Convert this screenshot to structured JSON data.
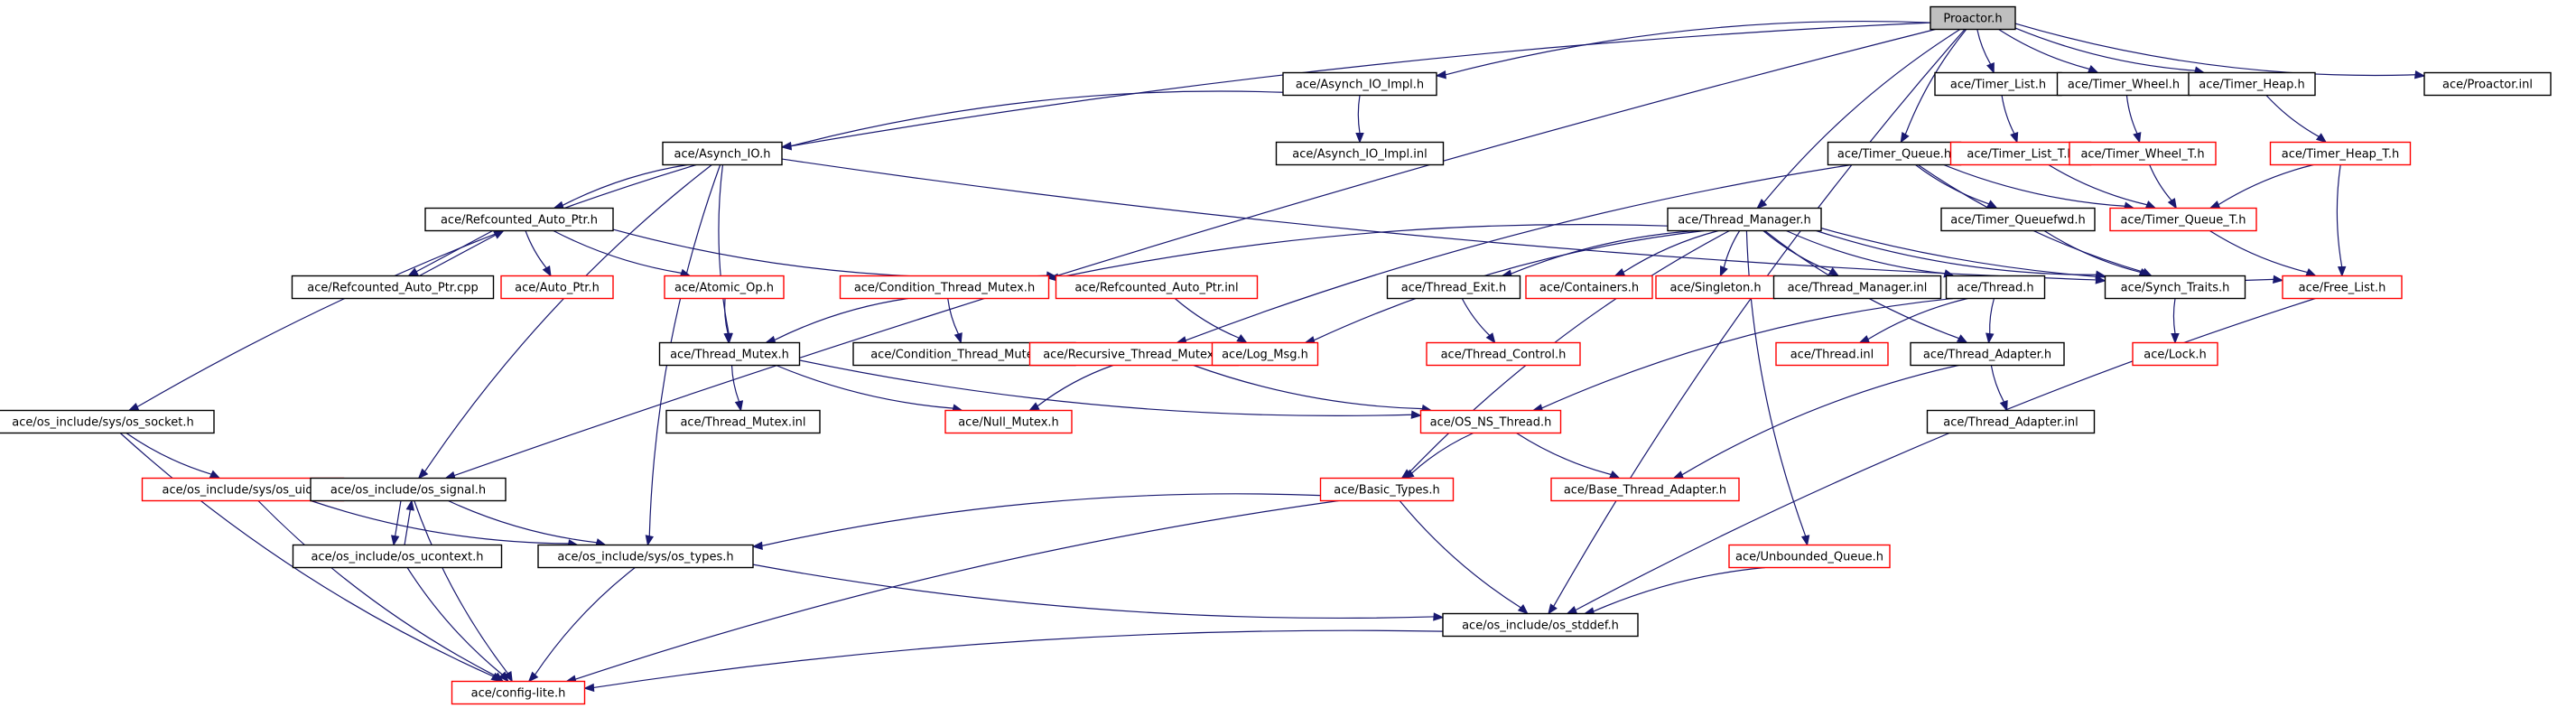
{
  "colors": {
    "edge": "#191970",
    "border_normal": "#000000",
    "border_truncated": "#ff0000",
    "root_fill": "#bfbfbf",
    "node_fill": "#ffffff"
  },
  "nodes": [
    {
      "id": "proactor",
      "label": "Proactor.h",
      "style": "root"
    },
    {
      "id": "asynch_io_impl",
      "label": "ace/Asynch_IO_Impl.h",
      "style": "normal"
    },
    {
      "id": "timer_list",
      "label": "ace/Timer_List.h",
      "style": "normal"
    },
    {
      "id": "timer_wheel",
      "label": "ace/Timer_Wheel.h",
      "style": "normal"
    },
    {
      "id": "timer_heap",
      "label": "ace/Timer_Heap.h",
      "style": "normal"
    },
    {
      "id": "proactor_inl",
      "label": "ace/Proactor.inl",
      "style": "normal"
    },
    {
      "id": "asynch_io",
      "label": "ace/Asynch_IO.h",
      "style": "normal"
    },
    {
      "id": "asynch_io_impl_inl",
      "label": "ace/Asynch_IO_Impl.inl",
      "style": "normal"
    },
    {
      "id": "timer_queue",
      "label": "ace/Timer_Queue.h",
      "style": "normal"
    },
    {
      "id": "timer_list_t",
      "label": "ace/Timer_List_T.h",
      "style": "truncated"
    },
    {
      "id": "timer_wheel_t",
      "label": "ace/Timer_Wheel_T.h",
      "style": "truncated"
    },
    {
      "id": "timer_heap_t",
      "label": "ace/Timer_Heap_T.h",
      "style": "truncated"
    },
    {
      "id": "refcounted_auto_ptr",
      "label": "ace/Refcounted_Auto_Ptr.h",
      "style": "normal"
    },
    {
      "id": "thread_manager",
      "label": "ace/Thread_Manager.h",
      "style": "normal"
    },
    {
      "id": "timer_queuefwd",
      "label": "ace/Timer_Queuefwd.h",
      "style": "normal"
    },
    {
      "id": "timer_queue_t",
      "label": "ace/Timer_Queue_T.h",
      "style": "truncated"
    },
    {
      "id": "refcounted_auto_ptr_cpp",
      "label": "ace/Refcounted_Auto_Ptr.cpp",
      "style": "normal"
    },
    {
      "id": "auto_ptr",
      "label": "ace/Auto_Ptr.h",
      "style": "truncated"
    },
    {
      "id": "atomic_op",
      "label": "ace/Atomic_Op.h",
      "style": "truncated"
    },
    {
      "id": "condition_thread_mutex",
      "label": "ace/Condition_Thread_Mutex.h",
      "style": "truncated"
    },
    {
      "id": "refcounted_auto_ptr_inl",
      "label": "ace/Refcounted_Auto_Ptr.inl",
      "style": "truncated"
    },
    {
      "id": "thread_exit",
      "label": "ace/Thread_Exit.h",
      "style": "normal"
    },
    {
      "id": "containers",
      "label": "ace/Containers.h",
      "style": "truncated"
    },
    {
      "id": "singleton",
      "label": "ace/Singleton.h",
      "style": "truncated"
    },
    {
      "id": "thread_manager_inl",
      "label": "ace/Thread_Manager.inl",
      "style": "normal"
    },
    {
      "id": "thread",
      "label": "ace/Thread.h",
      "style": "normal"
    },
    {
      "id": "synch_traits",
      "label": "ace/Synch_Traits.h",
      "style": "normal"
    },
    {
      "id": "free_list",
      "label": "ace/Free_List.h",
      "style": "truncated"
    },
    {
      "id": "thread_mutex",
      "label": "ace/Thread_Mutex.h",
      "style": "normal"
    },
    {
      "id": "condition_thread_mutex_inl",
      "label": "ace/Condition_Thread_Mutex.inl",
      "style": "normal"
    },
    {
      "id": "recursive_thread_mutex",
      "label": "ace/Recursive_Thread_Mutex.h",
      "style": "truncated"
    },
    {
      "id": "log_msg",
      "label": "ace/Log_Msg.h",
      "style": "truncated"
    },
    {
      "id": "thread_control",
      "label": "ace/Thread_Control.h",
      "style": "truncated"
    },
    {
      "id": "thread_inl",
      "label": "ace/Thread.inl",
      "style": "truncated"
    },
    {
      "id": "thread_adapter",
      "label": "ace/Thread_Adapter.h",
      "style": "normal"
    },
    {
      "id": "lock",
      "label": "ace/Lock.h",
      "style": "truncated"
    },
    {
      "id": "os_socket",
      "label": "ace/os_include/sys/os_socket.h",
      "style": "normal"
    },
    {
      "id": "thread_mutex_inl",
      "label": "ace/Thread_Mutex.inl",
      "style": "normal"
    },
    {
      "id": "null_mutex",
      "label": "ace/Null_Mutex.h",
      "style": "truncated"
    },
    {
      "id": "os_ns_thread",
      "label": "ace/OS_NS_Thread.h",
      "style": "truncated"
    },
    {
      "id": "thread_adapter_inl",
      "label": "ace/Thread_Adapter.inl",
      "style": "normal"
    },
    {
      "id": "os_uio",
      "label": "ace/os_include/sys/os_uio.h",
      "style": "truncated"
    },
    {
      "id": "os_signal",
      "label": "ace/os_include/os_signal.h",
      "style": "normal"
    },
    {
      "id": "basic_types",
      "label": "ace/Basic_Types.h",
      "style": "truncated"
    },
    {
      "id": "base_thread_adapter",
      "label": "ace/Base_Thread_Adapter.h",
      "style": "truncated"
    },
    {
      "id": "os_ucontext",
      "label": "ace/os_include/os_ucontext.h",
      "style": "normal"
    },
    {
      "id": "os_types",
      "label": "ace/os_include/sys/os_types.h",
      "style": "normal"
    },
    {
      "id": "unbounded_queue",
      "label": "ace/Unbounded_Queue.h",
      "style": "truncated"
    },
    {
      "id": "os_stddef",
      "label": "ace/os_include/os_stddef.h",
      "style": "normal"
    },
    {
      "id": "config_lite",
      "label": "ace/config-lite.h",
      "style": "truncated"
    }
  ],
  "edges": [
    [
      "proactor",
      "asynch_io_impl"
    ],
    [
      "proactor",
      "timer_list"
    ],
    [
      "proactor",
      "timer_wheel"
    ],
    [
      "proactor",
      "timer_heap"
    ],
    [
      "proactor",
      "proactor_inl"
    ],
    [
      "proactor",
      "asynch_io"
    ],
    [
      "proactor",
      "timer_queue"
    ],
    [
      "proactor",
      "thread_manager"
    ],
    [
      "proactor",
      "os_signal"
    ],
    [
      "proactor",
      "os_stddef"
    ],
    [
      "asynch_io_impl",
      "asynch_io"
    ],
    [
      "asynch_io_impl",
      "asynch_io_impl_inl"
    ],
    [
      "timer_list",
      "timer_list_t"
    ],
    [
      "timer_wheel",
      "timer_wheel_t"
    ],
    [
      "timer_heap",
      "timer_heap_t"
    ],
    [
      "asynch_io",
      "refcounted_auto_ptr"
    ],
    [
      "asynch_io",
      "thread_mutex"
    ],
    [
      "asynch_io",
      "os_socket"
    ],
    [
      "asynch_io",
      "os_signal"
    ],
    [
      "asynch_io",
      "os_types"
    ],
    [
      "asynch_io",
      "synch_traits"
    ],
    [
      "timer_queue",
      "timer_queuefwd"
    ],
    [
      "timer_queue",
      "timer_queue_t"
    ],
    [
      "timer_queue",
      "recursive_thread_mutex"
    ],
    [
      "timer_queue",
      "synch_traits"
    ],
    [
      "timer_list_t",
      "timer_queue_t"
    ],
    [
      "timer_wheel_t",
      "timer_queue_t"
    ],
    [
      "timer_heap_t",
      "timer_queue_t"
    ],
    [
      "timer_heap_t",
      "free_list"
    ],
    [
      "timer_queue_t",
      "free_list"
    ],
    [
      "refcounted_auto_ptr",
      "refcounted_auto_ptr_cpp"
    ],
    [
      "refcounted_auto_ptr_cpp",
      "refcounted_auto_ptr"
    ],
    [
      "refcounted_auto_ptr",
      "auto_ptr"
    ],
    [
      "refcounted_auto_ptr",
      "atomic_op"
    ],
    [
      "refcounted_auto_ptr",
      "refcounted_auto_ptr_inl"
    ],
    [
      "atomic_op",
      "thread_mutex"
    ],
    [
      "thread_manager",
      "condition_thread_mutex"
    ],
    [
      "thread_manager",
      "thread_exit"
    ],
    [
      "thread_manager",
      "containers"
    ],
    [
      "thread_manager",
      "singleton"
    ],
    [
      "thread_manager",
      "thread_manager_inl"
    ],
    [
      "thread_manager",
      "thread"
    ],
    [
      "thread_manager",
      "synch_traits"
    ],
    [
      "thread_manager",
      "log_msg"
    ],
    [
      "thread_manager",
      "basic_types"
    ],
    [
      "thread_manager",
      "thread_adapter"
    ],
    [
      "thread_manager",
      "unbounded_queue"
    ],
    [
      "thread_manager",
      "free_list"
    ],
    [
      "timer_queuefwd",
      "synch_traits"
    ],
    [
      "synch_traits",
      "lock"
    ],
    [
      "condition_thread_mutex",
      "thread_mutex"
    ],
    [
      "condition_thread_mutex",
      "condition_thread_mutex_inl"
    ],
    [
      "refcounted_auto_ptr_inl",
      "log_msg"
    ],
    [
      "thread_exit",
      "thread_control"
    ],
    [
      "thread",
      "thread_inl"
    ],
    [
      "thread",
      "thread_adapter"
    ],
    [
      "thread",
      "os_ns_thread"
    ],
    [
      "thread_mutex",
      "thread_mutex_inl"
    ],
    [
      "thread_mutex",
      "null_mutex"
    ],
    [
      "thread_mutex",
      "os_ns_thread"
    ],
    [
      "recursive_thread_mutex",
      "null_mutex"
    ],
    [
      "recursive_thread_mutex",
      "os_ns_thread"
    ],
    [
      "thread_adapter",
      "thread_adapter_inl"
    ],
    [
      "thread_adapter",
      "base_thread_adapter"
    ],
    [
      "os_ns_thread",
      "basic_types"
    ],
    [
      "os_ns_thread",
      "base_thread_adapter"
    ],
    [
      "os_socket",
      "os_uio"
    ],
    [
      "os_socket",
      "config_lite"
    ],
    [
      "os_uio",
      "os_types"
    ],
    [
      "os_uio",
      "config_lite"
    ],
    [
      "os_signal",
      "os_ucontext"
    ],
    [
      "os_ucontext",
      "os_signal"
    ],
    [
      "os_signal",
      "os_types"
    ],
    [
      "os_signal",
      "config_lite"
    ],
    [
      "os_ucontext",
      "config_lite"
    ],
    [
      "basic_types",
      "os_types"
    ],
    [
      "basic_types",
      "os_stddef"
    ],
    [
      "basic_types",
      "config_lite"
    ],
    [
      "os_types",
      "os_stddef"
    ],
    [
      "os_types",
      "config_lite"
    ],
    [
      "unbounded_queue",
      "os_stddef"
    ],
    [
      "free_list",
      "os_stddef"
    ],
    [
      "os_stddef",
      "config_lite"
    ]
  ]
}
